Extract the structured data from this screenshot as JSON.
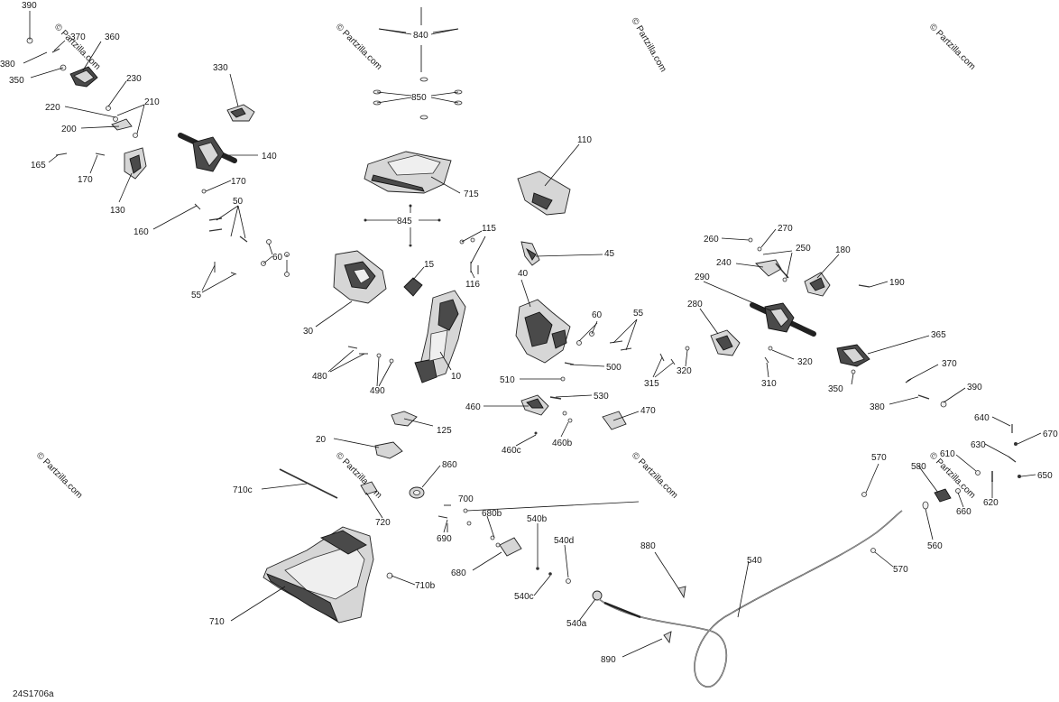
{
  "copyright": "© Partzilla.com",
  "watermark": "© Partzilla.com",
  "diagram_code": "24S1706a",
  "callouts": [
    "390",
    "370",
    "360",
    "380",
    "350",
    "330",
    "840",
    "850",
    "230",
    "220",
    "210",
    "200",
    "140",
    "165",
    "170",
    "130",
    "110",
    "715",
    "170",
    "160",
    "50",
    "845",
    "115",
    "60",
    "45",
    "270",
    "260",
    "250",
    "180",
    "240",
    "190",
    "15",
    "116",
    "55",
    "30",
    "40",
    "290",
    "280",
    "60",
    "55",
    "10",
    "365",
    "480",
    "500",
    "315",
    "320",
    "320",
    "370",
    "490",
    "310",
    "510",
    "350",
    "390",
    "530",
    "460",
    "380",
    "125",
    "470",
    "460b",
    "460c",
    "640",
    "670",
    "20",
    "630",
    "860",
    "570",
    "610",
    "580",
    "650",
    "620",
    "710c",
    "660",
    "700",
    "680b",
    "720",
    "540b",
    "690",
    "880",
    "560",
    "540d",
    "570",
    "680",
    "540",
    "710b",
    "540c",
    "540a",
    "710",
    "890"
  ]
}
